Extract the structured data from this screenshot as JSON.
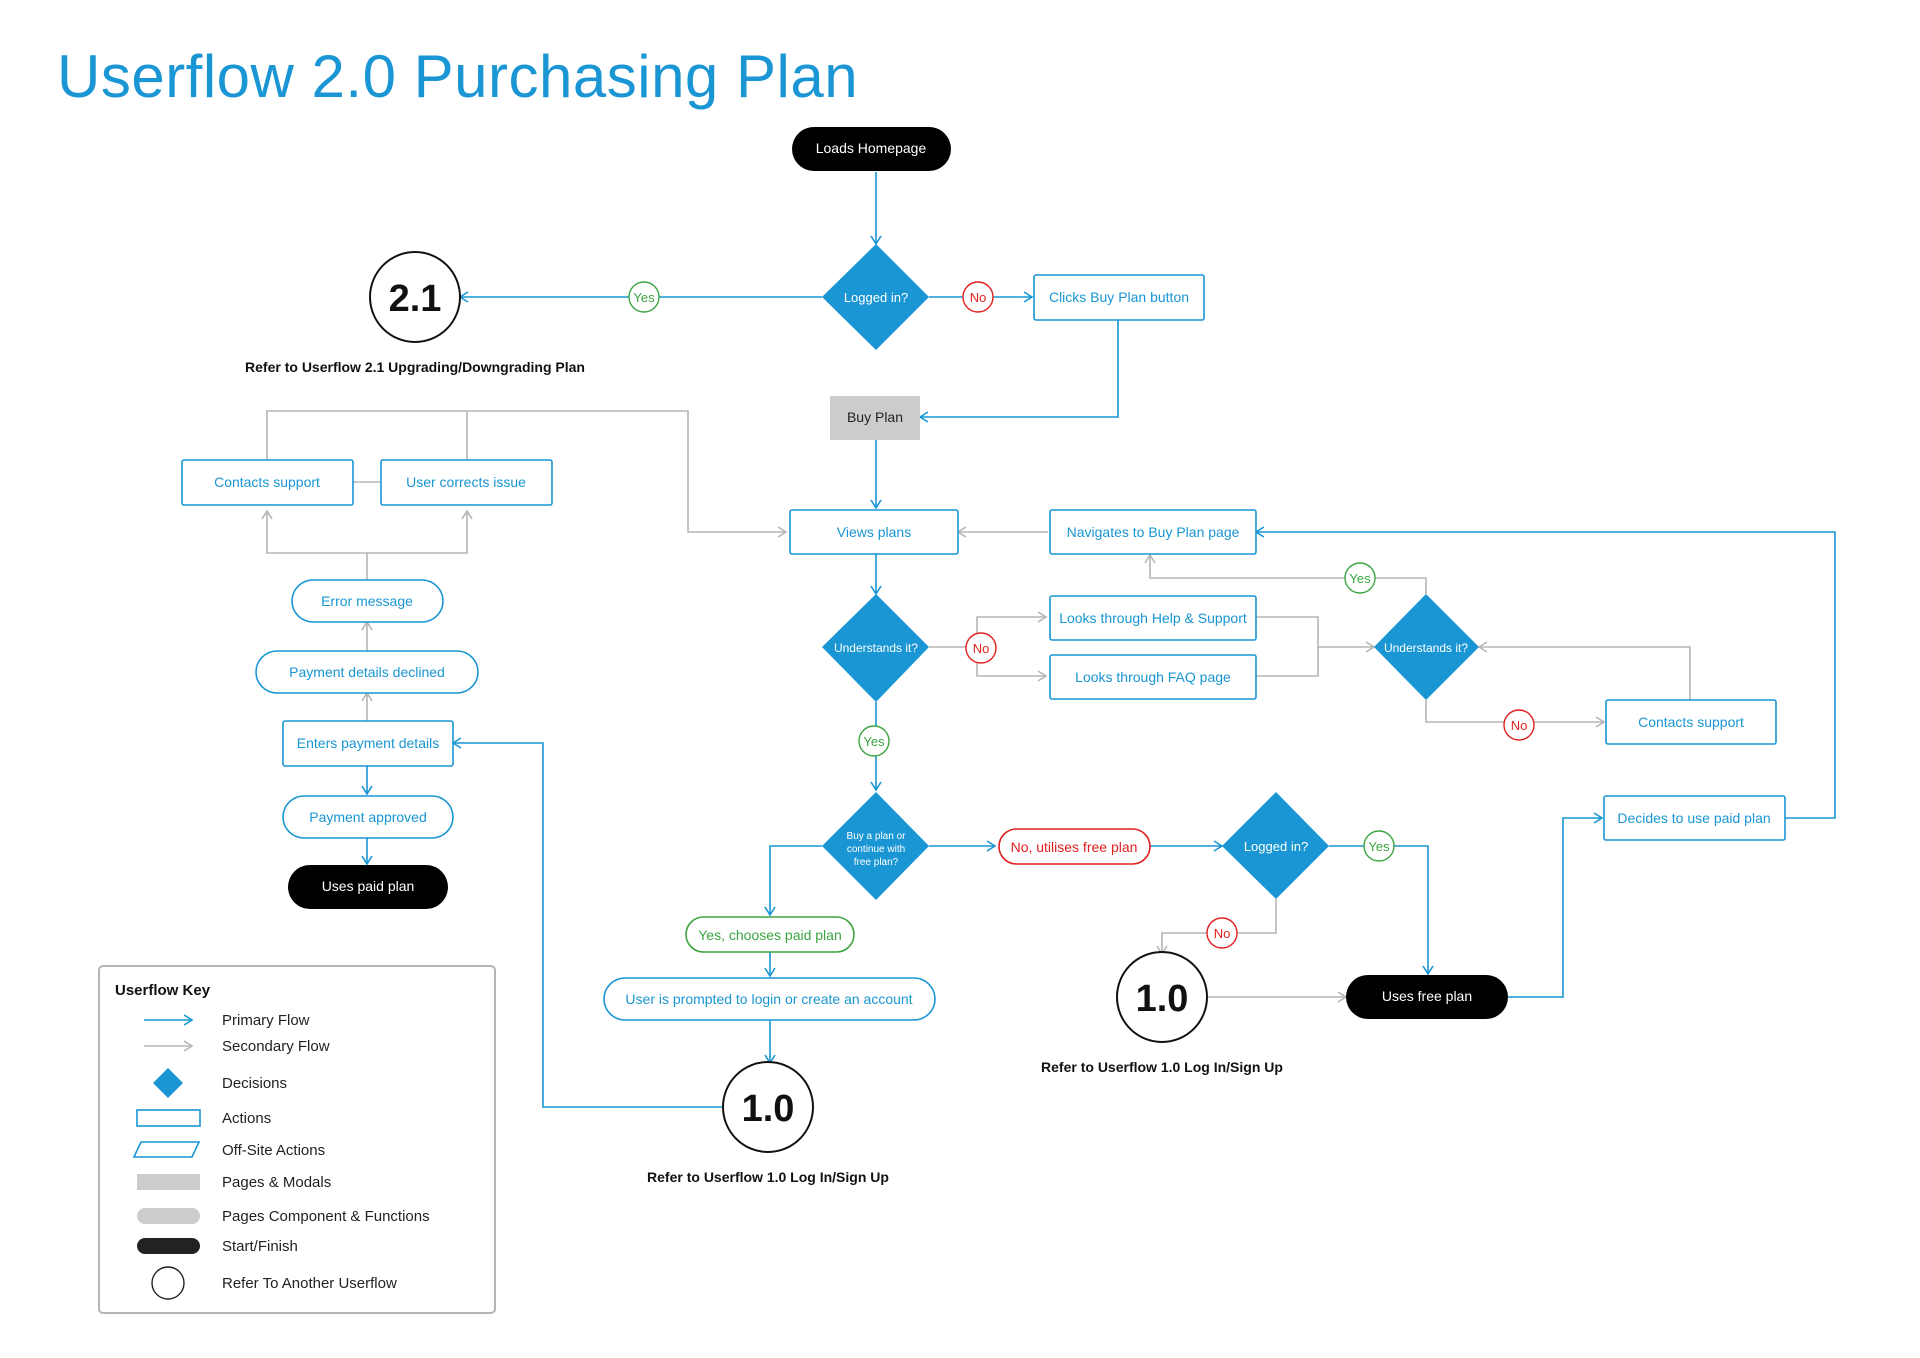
{
  "title": "Userflow 2.0 Purchasing Plan",
  "colors": {
    "primary": "#1996d3",
    "secondary": "#b5b5b5",
    "yes": "#3ba541",
    "no": "#e02020",
    "dark": "#000000",
    "page": "#cccccc"
  },
  "nodes": {
    "loads_homepage": "Loads Homepage",
    "logged_in_1": "Logged in?",
    "clicks_buy_plan": "Clicks Buy Plan button",
    "buy_plan_page": "Buy Plan",
    "views_plans": "Views plans",
    "understands_1": "Understands it?",
    "help_support": "Looks through Help & Support",
    "faq_page": "Looks through FAQ page",
    "understands_2": "Understands it?",
    "navigates_buy_plan": "Navigates to Buy Plan page",
    "contacts_support_right": "Contacts support",
    "buy_or_free_lines": [
      "Buy a plan or",
      "continue with",
      "free plan?"
    ],
    "no_free_plan": "No, utilises free plan",
    "logged_in_2": "Logged in?",
    "decides_paid": "Decides to use paid plan",
    "yes_paid_plan": "Yes, chooses paid plan",
    "prompted_login": "User is prompted to login or create an account",
    "uses_free_plan": "Uses free plan",
    "contacts_support_left": "Contacts support",
    "user_corrects": "User corrects issue",
    "error_message": "Error message",
    "payment_declined": "Payment details declined",
    "enters_payment": "Enters payment details",
    "payment_approved": "Payment approved",
    "uses_paid_plan": "Uses paid plan"
  },
  "badges": {
    "yes": "Yes",
    "no": "No"
  },
  "refs": {
    "ref_21_num": "2.1",
    "ref_21_caption": "Refer to Userflow 2.1 Upgrading/Downgrading Plan",
    "ref_10a_num": "1.0",
    "ref_10a_caption": "Refer to Userflow 1.0 Log In/Sign Up",
    "ref_10b_num": "1.0",
    "ref_10b_caption": "Refer to Userflow 1.0 Log In/Sign Up"
  },
  "key": {
    "title": "Userflow Key",
    "items": [
      {
        "label": "Primary Flow",
        "icon": "primary-arrow-icon"
      },
      {
        "label": "Secondary Flow",
        "icon": "secondary-arrow-icon"
      },
      {
        "label": "Decisions",
        "icon": "diamond-icon"
      },
      {
        "label": "Actions",
        "icon": "rectangle-icon"
      },
      {
        "label": "Off-Site Actions",
        "icon": "parallelogram-icon"
      },
      {
        "label": "Pages & Modals",
        "icon": "grey-rectangle-icon"
      },
      {
        "label": "Pages Component & Functions",
        "icon": "grey-pill-icon"
      },
      {
        "label": "Start/Finish",
        "icon": "black-pill-icon"
      },
      {
        "label": "Refer To Another Userflow",
        "icon": "circle-icon"
      }
    ]
  }
}
